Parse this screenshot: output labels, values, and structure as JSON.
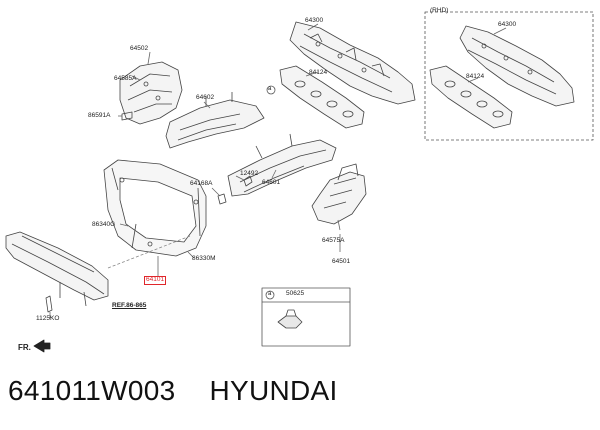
{
  "diagram": {
    "labels": {
      "p64300": "64300",
      "p64300_rhd": "64300",
      "rhd": "(RHD)",
      "p64124": "84124",
      "p64124_rhd": "84124",
      "p64502": "64502",
      "p64585a": "64585A",
      "p86591a": "86591A",
      "p64602": "64602",
      "p12492": "12492",
      "p64168a": "64168A",
      "p64601": "64601",
      "p86340g": "86340G",
      "p86330m": "86330M",
      "p64101": "64101",
      "p64575a": "64575A",
      "p64501": "64501",
      "p50625": "50625",
      "callout_a": "a",
      "callout_a2": "a",
      "ref": "REF.86-865",
      "p1125ko": "1125KO",
      "fr": "FR."
    }
  },
  "caption": {
    "part_number": "641011W003",
    "brand": "HYUNDAI"
  }
}
